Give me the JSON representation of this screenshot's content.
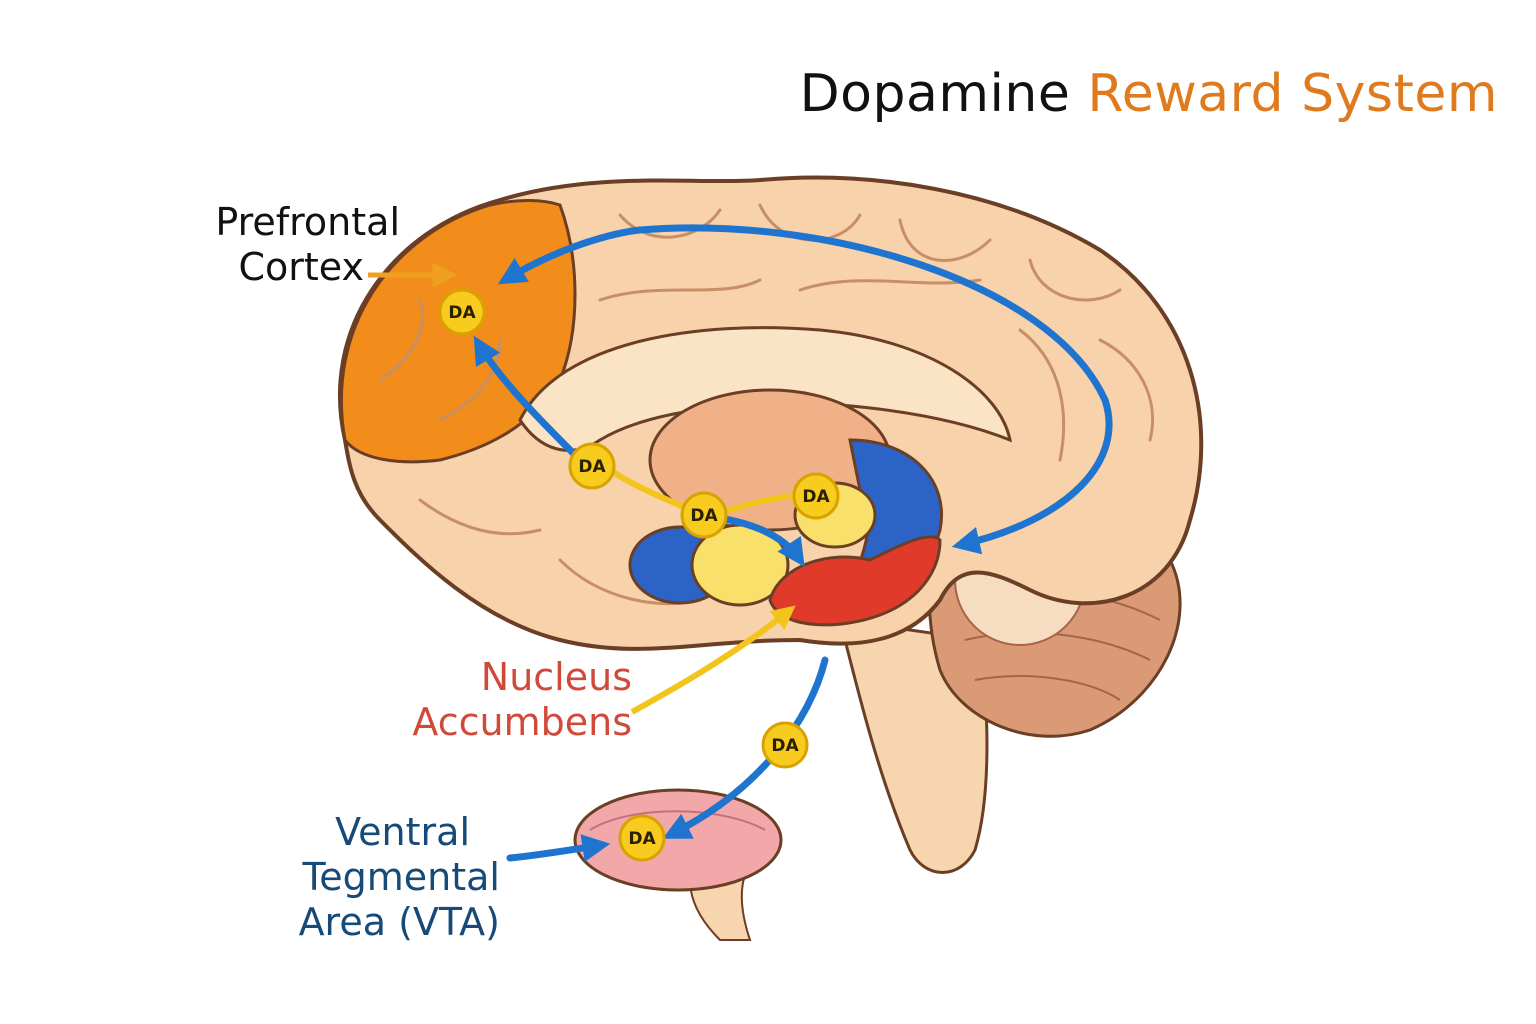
{
  "title": {
    "part1": "Dopamine",
    "part2": "Reward System"
  },
  "labels": {
    "prefrontal_cortex": {
      "line1": "Prefrontal",
      "line2": "Cortex"
    },
    "nucleus_accumbens": {
      "line1": "Nucleus",
      "line2": "Accumbens"
    },
    "vta": {
      "line1": "Ventral",
      "line2": "Tegmental",
      "line3": "Area (VTA)"
    }
  },
  "markers": {
    "dopamine": "DA"
  },
  "colors": {
    "title_accent": "#e07a1f",
    "pathway": "#1f74cf",
    "prefrontal": "#f08a1c",
    "nucleus_label": "#d04a3a",
    "vta_label": "#164a78",
    "dopamine_marker": "#f7cc1f"
  }
}
